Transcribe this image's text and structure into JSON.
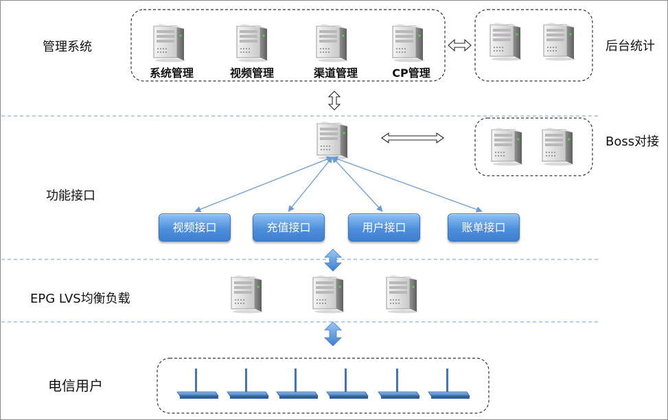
{
  "layers": {
    "management": "管理系统",
    "function": "功能接口",
    "balance": "EPG LVS均衡负载",
    "users": "电信用户"
  },
  "management_servers": [
    "系统管理",
    "视频管理",
    "渠道管理",
    "CP管理"
  ],
  "side_labels": {
    "stats": "后台统计",
    "boss": "Boss对接"
  },
  "interfaces": [
    "视频接口",
    "充值接口",
    "用户接口",
    "账单接口"
  ],
  "colors": {
    "pill": "#4e8fdc",
    "arrow": "#6a9bd4",
    "divider": "#9cbde6",
    "blue_arrow": "#5b93d6"
  },
  "icons": {
    "server": "server-icon",
    "router": "router-icon",
    "arrow": "double-arrow-icon"
  }
}
